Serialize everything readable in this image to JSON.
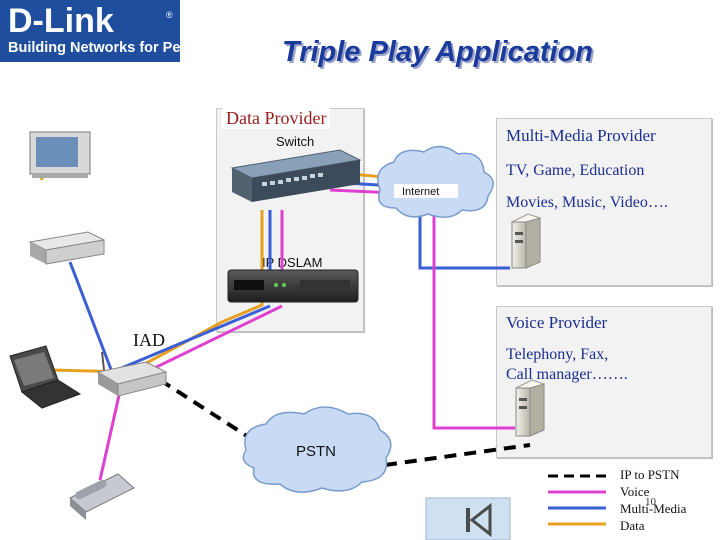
{
  "header": {
    "logo": "D-Link",
    "logo_mark": "®",
    "tagline": "Building Networks for People",
    "title": "Triple Play Application"
  },
  "data_provider": {
    "title": "Data Provider",
    "switch_label": "Switch"
  },
  "multimedia_provider": {
    "title": "Multi-Media Provider",
    "line1": "TV, Game, Education",
    "line2": "Movies, Music, Video…."
  },
  "voice_provider": {
    "title": "Voice Provider",
    "line1": "Telephony, Fax,",
    "line2": "Call manager……."
  },
  "nodes": {
    "internet": "Internet",
    "dslam": "IP DSLAM",
    "iad": "IAD",
    "pstn": "PSTN"
  },
  "legend": [
    {
      "label": "IP to PSTN",
      "color": "#000000",
      "style": "dashed"
    },
    {
      "label": "Voice",
      "color": "#e040d0",
      "style": "solid"
    },
    {
      "label": "Multi-Media",
      "color": "#3a5ed6",
      "style": "solid"
    },
    {
      "label": "Data",
      "color": "#e8a020",
      "style": "solid"
    }
  ],
  "page_number": "10",
  "colors": {
    "data": "#e8a020",
    "voice": "#e040d0",
    "multimedia": "#3a5ed6",
    "pstn": "#000000",
    "brand": "#1f4e9e",
    "title": "#1a3a9c"
  }
}
